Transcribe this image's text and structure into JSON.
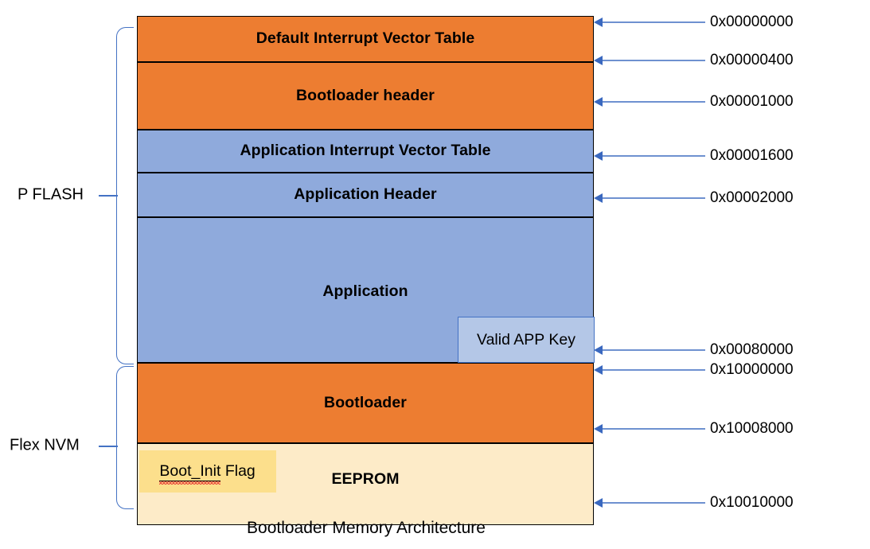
{
  "diagram": {
    "caption": "Bootloader Memory Architecture",
    "colors": {
      "orange": "#ED7D31",
      "blue": "#8FAADC",
      "light_blue": "#B4C7E7",
      "cream": "#FDEBC8",
      "yellow_highlight": "#FCDF8C",
      "arrow_blue": "#4472C4",
      "outline": "#000000"
    },
    "regions": [
      {
        "label": "P FLASH"
      },
      {
        "label": "Flex NVM"
      }
    ],
    "blocks": [
      {
        "label": "Default Interrupt Vector Table",
        "fill": "orange"
      },
      {
        "label": "Bootloader header",
        "fill": "orange"
      },
      {
        "label": "Application Interrupt Vector Table",
        "fill": "blue"
      },
      {
        "label": "Application Header",
        "fill": "blue"
      },
      {
        "label": "Application",
        "fill": "blue"
      },
      {
        "label": "Bootloader",
        "fill": "orange"
      },
      {
        "label": "EEPROM",
        "fill": "cream"
      }
    ],
    "sub_blocks": [
      {
        "label": "Valid APP Key",
        "fill": "light_blue"
      },
      {
        "label_prefix": "Boot_Init",
        "label_suffix": " Flag",
        "fill": "yellow_highlight",
        "spellcheck_underline": true
      }
    ],
    "addresses": [
      {
        "value": "0x00000000"
      },
      {
        "value": "0x00000400"
      },
      {
        "value": "0x00001000"
      },
      {
        "value": "0x00001600"
      },
      {
        "value": "0x00002000"
      },
      {
        "value": "0x00080000"
      },
      {
        "value": "0x10000000"
      },
      {
        "value": "0x10008000"
      },
      {
        "value": "0x10010000"
      }
    ]
  }
}
